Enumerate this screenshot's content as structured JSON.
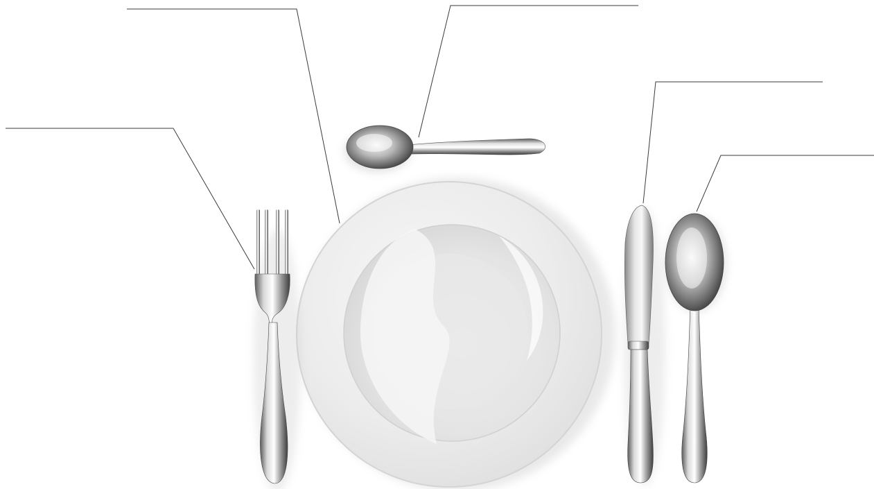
{
  "diagram": {
    "items": [
      {
        "id": "fork",
        "icon": "fork-icon",
        "label": ""
      },
      {
        "id": "plate",
        "icon": "plate-icon",
        "label": ""
      },
      {
        "id": "dessert-spoon",
        "icon": "spoon-icon",
        "label": ""
      },
      {
        "id": "knife",
        "icon": "knife-icon",
        "label": ""
      },
      {
        "id": "soup-spoon",
        "icon": "spoon-icon",
        "label": ""
      }
    ]
  }
}
